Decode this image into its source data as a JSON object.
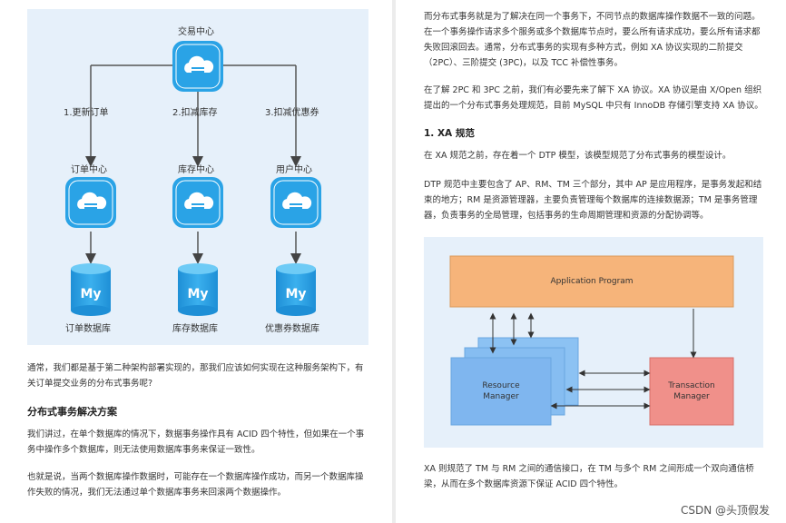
{
  "left": {
    "diagram": {
      "top_node": "交易中心",
      "edge_labels": [
        "1.更新订单",
        "2.扣减库存",
        "3.扣减优惠券"
      ],
      "services": [
        "订单中心",
        "库存中心",
        "用户中心"
      ],
      "databases": [
        "订单数据库",
        "库存数据库",
        "优惠券数据库"
      ],
      "db_logo": "My"
    },
    "para1": "通常，我们都是基于第二种架构部署实现的，那我们应该如何实现在这种服务架构下，有关订单提交业务的分布式事务呢?",
    "heading": "分布式事务解决方案",
    "para2": "我们讲过，在单个数据库的情况下，数据事务操作具有 ACID 四个特性，但如果在一个事务中操作多个数据库，则无法使用数据库事务来保证一致性。",
    "para3": "也就是说，当两个数据库操作数据时，可能存在一个数据库操作成功，而另一个数据库操作失败的情况，我们无法通过单个数据库事务来回滚两个数据操作。"
  },
  "right": {
    "para1": "而分布式事务就是为了解决在同一个事务下，不同节点的数据库操作数据不一致的问题。在一个事务操作请求多个服务或多个数据库节点时，要么所有请求成功，要么所有请求都失败回滚回去。通常，分布式事务的实现有多种方式，例如 XA 协议实现的二阶提交（2PC）、三阶提交 (3PC)，以及 TCC 补偿性事务。",
    "para2": "在了解 2PC 和 3PC 之前，我们有必要先来了解下 XA 协议。XA 协议是由 X/Open 组织提出的一个分布式事务处理规范，目前 MySQL 中只有 InnoDB 存储引擎支持 XA 协议。",
    "heading": "1. XA 规范",
    "para3": "在 XA 规范之前，存在着一个 DTP 模型，该模型规范了分布式事务的模型设计。",
    "para4": "DTP 规范中主要包含了 AP、RM、TM 三个部分，其中 AP 是应用程序，是事务发起和结束的地方；RM 是资源管理器，主要负责管理每个数据库的连接数据源；TM 是事务管理器，负责事务的全局管理，包括事务的生命周期管理和资源的分配协调等。",
    "diagram": {
      "app": "Application Program",
      "rm_line1": "Resource",
      "rm_line2": "Manager",
      "tm_line1": "Transaction",
      "tm_line2": "Manager"
    },
    "para5": "XA 则规范了 TM 与 RM 之间的通信接口，在 TM 与多个 RM 之间形成一个双向通信桥梁，从而在多个数据库资源下保证 ACID 四个特性。"
  },
  "watermark": "CSDN @头顶假发",
  "colors": {
    "diagram_bg": "#e6f0fa",
    "icon_blue": "#2aa3e6",
    "app_orange": "#f6b47a",
    "rm_blue": "#7fb6ef",
    "tm_red": "#f0908a"
  }
}
